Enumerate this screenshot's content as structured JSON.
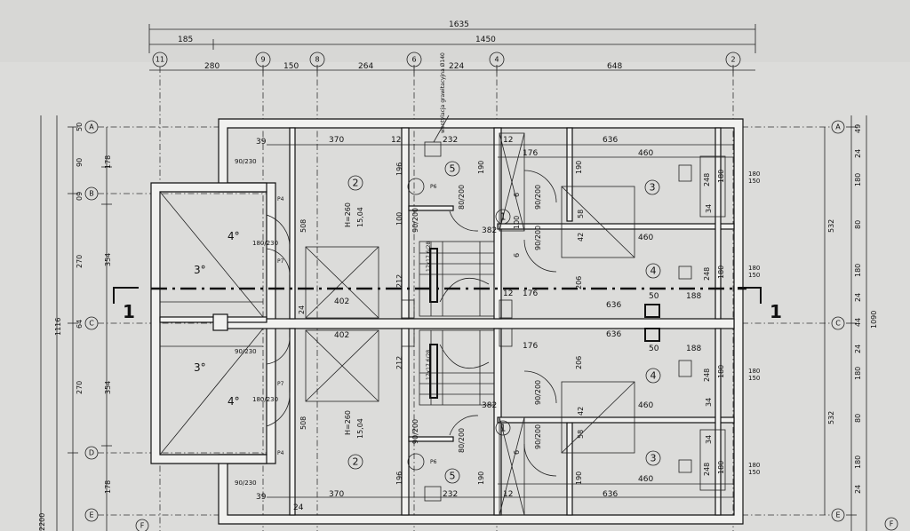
{
  "top_dims": {
    "total": "1635",
    "d1": "185",
    "d2": "1450",
    "seg": [
      "280",
      "150",
      "264",
      "224",
      "648"
    ]
  },
  "axes_top": [
    "11",
    "9",
    "8",
    "6",
    "4",
    "2"
  ],
  "axes_left": [
    "A",
    "B",
    "C",
    "D",
    "E",
    "F"
  ],
  "axes_right": [
    "A",
    "C",
    "E",
    "F"
  ],
  "vent_label": "wentylacja grawitacyjna Ø140",
  "left_dims": {
    "a": "50",
    "b": "178",
    "c": "90",
    "d": "09",
    "e": "354",
    "f": "270",
    "g": "1116",
    "h": "64",
    "i": "178",
    "j": "2200"
  },
  "right_dims": {
    "a": "49",
    "b": "24",
    "c": "180",
    "d": "80",
    "e": "532",
    "f": "180",
    "g": "24",
    "h": "44",
    "i": "1090"
  },
  "section_marks": [
    "1",
    "1"
  ],
  "room_numbers": [
    "2",
    "5",
    "1",
    "3",
    "4",
    "4",
    "3",
    "1",
    "5",
    "2"
  ],
  "interior_dims": {
    "w370": "370",
    "w232": "232",
    "w12": "12",
    "w176": "176",
    "w636": "636",
    "w460": "460",
    "w382": "382",
    "w402": "402",
    "w212": "212",
    "w206": "206",
    "w50": "50",
    "w188": "188",
    "w39": "39",
    "w508": "508",
    "w100": "100",
    "w196": "196",
    "w190": "190",
    "w248": "248",
    "w180": "180",
    "w150": "150",
    "w34": "34",
    "w24": "24",
    "w58": "58",
    "w42": "42",
    "w6": "6",
    "d90_200": "90/200",
    "d80_200": "80/200",
    "d90_230": "90/230",
    "d180_230": "180/230",
    "p4": "P4",
    "p6": "P6",
    "p7": "P7",
    "h260": "H=260",
    "s17": "17x17,6/28",
    "deg4": "4°",
    "deg3": "3°",
    "r1504": "15,04"
  }
}
